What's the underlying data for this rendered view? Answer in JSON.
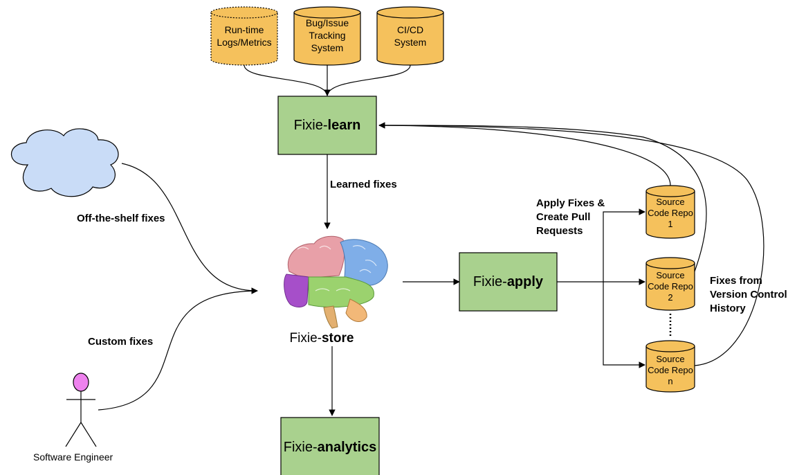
{
  "sources": {
    "runtime": "Run-time Logs/Metrics",
    "bug_tracking": "Bug/Issue Tracking System",
    "cicd": "CI/CD System"
  },
  "components": {
    "learn": {
      "prefix": "Fixie-",
      "suffix": "learn"
    },
    "store": {
      "prefix": "Fixie-",
      "suffix": "store"
    },
    "apply": {
      "prefix": "Fixie-",
      "suffix": "apply"
    },
    "analytics": {
      "prefix": "Fixie-",
      "suffix": "analytics"
    }
  },
  "edge_labels": {
    "learned_fixes": "Learned fixes",
    "off_the_shelf": "Off-the-shelf fixes",
    "custom_fixes": "Custom fixes",
    "apply_fixes": "Apply Fixes & Create Pull Requests",
    "vcs_history": "Fixes from Version Control History"
  },
  "repos": [
    {
      "label": "Source Code Repo 1"
    },
    {
      "label": "Source Code Repo 2"
    },
    {
      "label": "Source Code Repo n"
    }
  ],
  "actor": {
    "label": "Software Engineer"
  },
  "colors": {
    "cylinder_fill": "#f5c15c",
    "box_fill": "#a9d18e",
    "cloud_fill": "#c9dcf7",
    "actor_head": "#ee82ee"
  }
}
